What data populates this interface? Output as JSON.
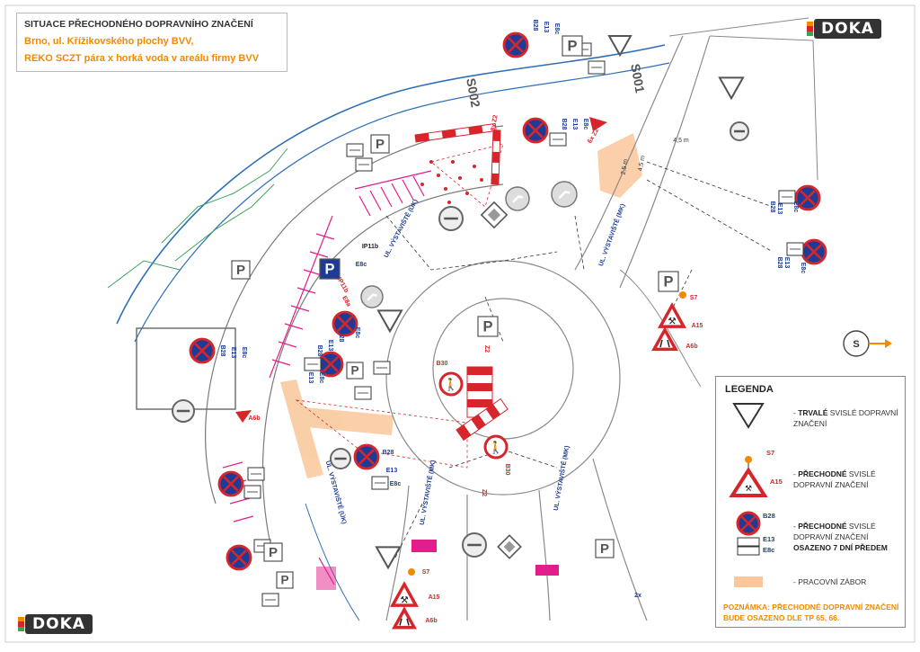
{
  "title": {
    "line1": "SITUACE PŘECHODNÉHO DOPRAVNÍHO ZNAČENÍ",
    "line2": "Brno, ul. Křížikovského plochy BVV,",
    "line3": "REKO SCZT pára x horká voda v areálu firmy BVV"
  },
  "logo": {
    "text": "DOKA"
  },
  "legend": {
    "heading": "LEGENDA",
    "items": [
      {
        "bold": "TRVALÉ",
        "text": " SVISLÉ DOPRAVNÍ ZNAČENÍ",
        "icon": "yield-triangle-icon"
      },
      {
        "bold": "PŘECHODNÉ",
        "text": " SVISLÉ DOPRAVNÍ ZNAČENÍ",
        "icon": "roadworks-sign-icon",
        "codes": [
          "S7",
          "A15"
        ]
      },
      {
        "bold": "PŘECHODNÉ",
        "text": " SVISLÉ DOPRAVNÍ ZNAČENÍ",
        "bold2": "OSAZENO 7 DNÍ PŘEDEM",
        "icon": "no-stopping-sign-icon",
        "codes": [
          "B28",
          "E13",
          "E8c"
        ]
      },
      {
        "text": "PRACOVNÍ ZÁBOR",
        "icon": "work-zone-swatch-icon"
      }
    ],
    "note": "POZNÁMKA: PŘECHODNÉ DOPRAVNÍ ZNAČENÍ BUDE OSAZENO DLE TP 65, 66."
  },
  "map_labels": {
    "streets": [
      "UL. VÝSTAVIŠTĚ (ÚK)",
      "UL. VÝSTAVIŠTĚ (MK)",
      "UL. VÝSTAVIŠTĚ (MK)",
      "UL. VÝSTAVIŠTĚ (MK)",
      "UL. VÝSTAVIŠTĚ (ÚK)"
    ],
    "sections": [
      "S002",
      "S001"
    ],
    "sign_codes": [
      "B28",
      "E13",
      "E8c",
      "B28",
      "E13",
      "E8c",
      "B28",
      "E13",
      "E8c",
      "B28",
      "E13",
      "E8c",
      "B28",
      "E13",
      "E8c",
      "B28",
      "E13",
      "E8c",
      "B28",
      "E13",
      "E8c",
      "B28",
      "E13",
      "E8c",
      "B30",
      "B30",
      "Z2",
      "Z2",
      "S7",
      "A15",
      "A6b",
      "S7",
      "A15",
      "A6b",
      "IP11b",
      "E8c",
      "IP11b",
      "E8a",
      "A6b",
      "6x Z2",
      "8x Z2",
      "2x"
    ],
    "dimensions": [
      "4,5 m",
      "2,5 m",
      "4,5 m"
    ]
  },
  "colors": {
    "accent": "#f28a00",
    "sign_red": "#d6262b",
    "sign_blue": "#1e3c96",
    "work_zone": "#f9c79a",
    "magenta": "#e21d8c",
    "kerb": "#2f6fb7",
    "line_gray": "#8a8a8a"
  }
}
